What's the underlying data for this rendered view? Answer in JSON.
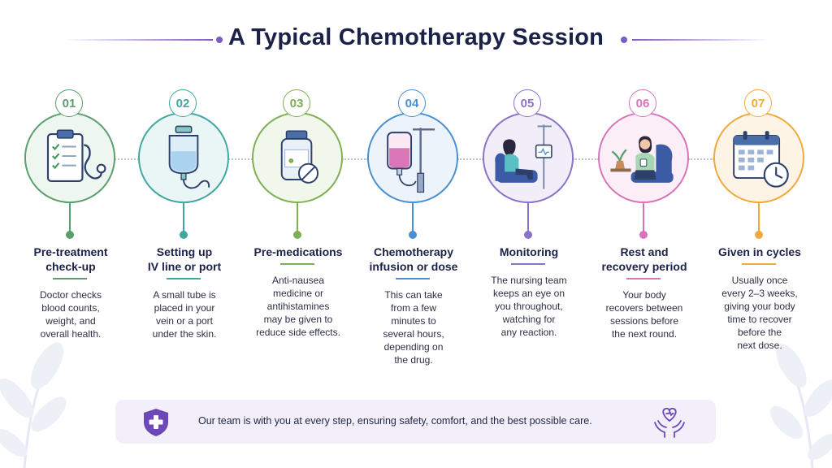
{
  "title": "A Typical Chemotherapy Session",
  "steps": [
    {
      "num": "01",
      "title_lines": [
        "Pre-treatment",
        "check-up"
      ],
      "desc_lines": [
        "Doctor checks",
        "blood counts,",
        "weight, and",
        "overall health."
      ],
      "color": "#5a9e6e",
      "icon": "clipboard-stethoscope-icon"
    },
    {
      "num": "02",
      "title_lines": [
        "Setting up",
        "IV line or port"
      ],
      "desc_lines": [
        "A small tube is",
        "placed in your",
        "vein or a port",
        "under the skin."
      ],
      "color": "#3fa7a0",
      "icon": "iv-bag-icon"
    },
    {
      "num": "03",
      "title_lines": [
        "Pre-medications"
      ],
      "desc_lines": [
        "Anti-nausea",
        "medicine or",
        "antihistamines",
        "may be given to",
        "reduce side effects."
      ],
      "color": "#7fae55",
      "icon": "medicine-bottle-icon"
    },
    {
      "num": "04",
      "title_lines": [
        "Chemotherapy",
        "infusion or dose"
      ],
      "desc_lines": [
        "This can take",
        "from a few",
        "minutes to",
        "several hours,",
        "depending on",
        "the drug."
      ],
      "color": "#4a8fd0",
      "icon": "infusion-drip-icon"
    },
    {
      "num": "05",
      "title_lines": [
        "Monitoring"
      ],
      "desc_lines": [
        "The nursing team",
        "keeps an eye on",
        "you throughout,",
        "watching for",
        "any reaction."
      ],
      "color": "#8a72c8",
      "icon": "patient-monitoring-icon"
    },
    {
      "num": "06",
      "title_lines": [
        "Rest and",
        "recovery period"
      ],
      "desc_lines": [
        "Your body",
        "recovers between",
        "sessions before",
        "the next round."
      ],
      "color": "#d574b8",
      "icon": "resting-patient-icon"
    },
    {
      "num": "07",
      "title_lines": [
        "Given in cycles"
      ],
      "desc_lines": [
        "Usually once",
        "every 2–3 weeks,",
        "giving your body",
        "time to recover",
        "before the",
        "next dose."
      ],
      "color": "#f0a93b",
      "icon": "calendar-clock-icon"
    }
  ],
  "footer": {
    "message": "Our team is with you at every step, ensuring safety, comfort, and the best possible care.",
    "left_icon": "medical-shield-icon",
    "right_icon": "caring-hands-heart-icon"
  },
  "colors": {
    "title": "#1c2147",
    "accent": "#7c5cc4",
    "footer_bg": "#f2effa"
  }
}
